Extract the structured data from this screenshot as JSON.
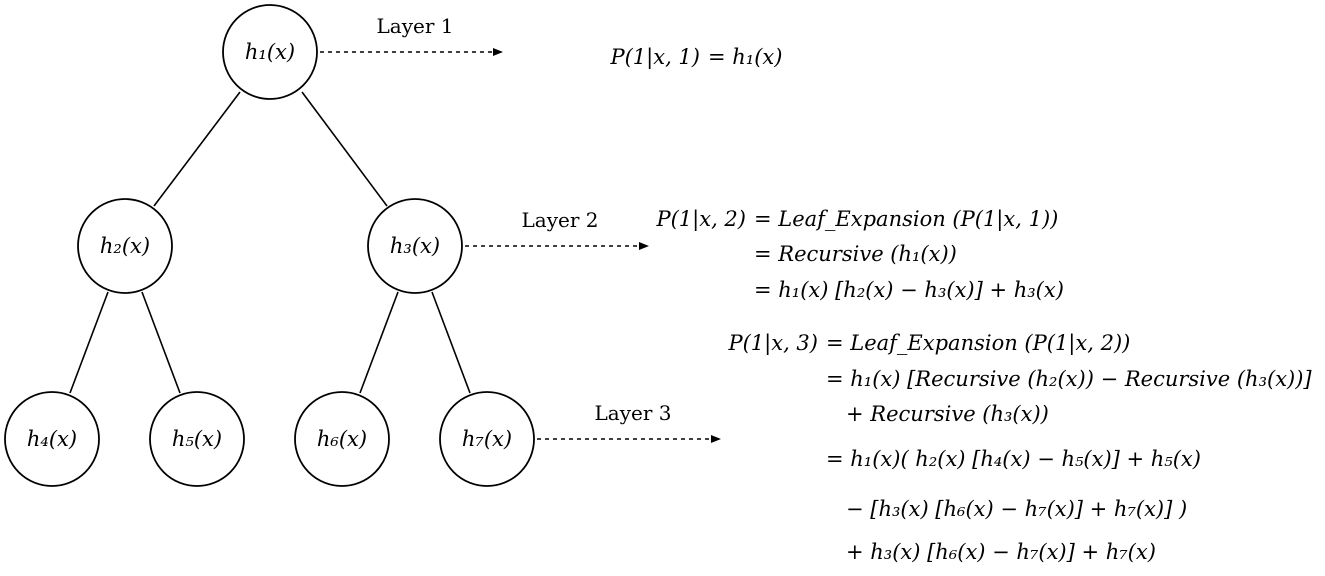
{
  "nodes": [
    {
      "id": "h1",
      "label": "h₁(x)"
    },
    {
      "id": "h2",
      "label": "h₂(x)"
    },
    {
      "id": "h3",
      "label": "h₃(x)"
    },
    {
      "id": "h4",
      "label": "h₄(x)"
    },
    {
      "id": "h5",
      "label": "h₅(x)"
    },
    {
      "id": "h6",
      "label": "h₆(x)"
    },
    {
      "id": "h7",
      "label": "h₇(x)"
    }
  ],
  "edges": [
    [
      "h1",
      "h2"
    ],
    [
      "h1",
      "h3"
    ],
    [
      "h2",
      "h4"
    ],
    [
      "h2",
      "h5"
    ],
    [
      "h3",
      "h6"
    ],
    [
      "h3",
      "h7"
    ]
  ],
  "layers": [
    {
      "label": "Layer 1"
    },
    {
      "label": "Layer 2"
    },
    {
      "label": "Layer 3"
    }
  ],
  "equations": {
    "layer1": {
      "lhs": "P(1|x, 1)",
      "lines": [
        "= h₁(x)"
      ]
    },
    "layer2": {
      "lhs": "P(1|x, 2)",
      "lines": [
        "= Leaf_Expansion (P(1|x, 1))",
        "= Recursive (h₁(x))",
        "= h₁(x) [h₂(x) − h₃(x)] + h₃(x)"
      ]
    },
    "layer3": {
      "lhs": "P(1|x, 3)",
      "lines": [
        "= Leaf_Expansion (P(1|x, 2))",
        "= h₁(x) [Recursive (h₂(x)) − Recursive (h₃(x))]",
        "+ Recursive (h₃(x))",
        "= h₁(x)( h₂(x) [h₄(x) − h₅(x)] + h₅(x)",
        "− [h₃(x) [h₆(x) − h₇(x)] + h₇(x)] )",
        "+ h₃(x) [h₆(x) − h₇(x)] + h₇(x)"
      ]
    }
  }
}
